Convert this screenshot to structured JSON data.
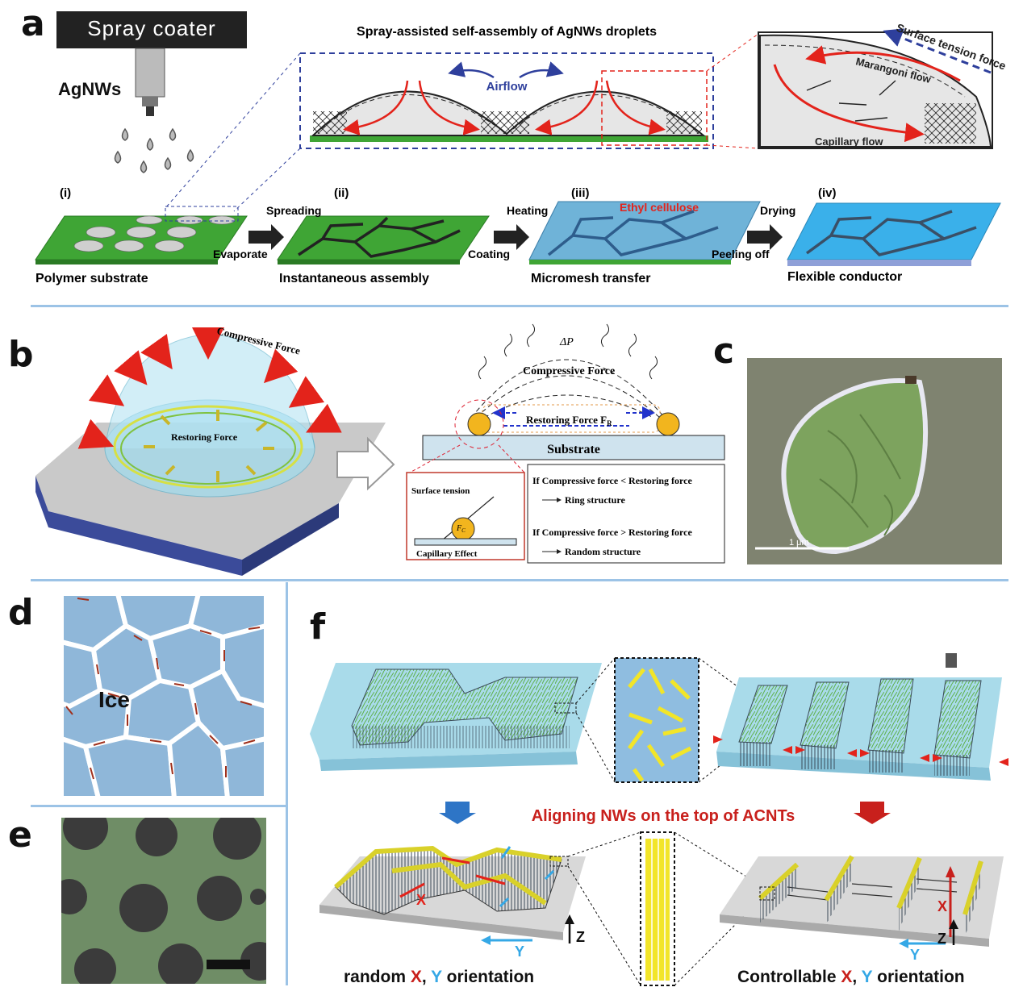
{
  "panels": {
    "a": "a",
    "b": "b",
    "c": "c",
    "d": "d",
    "e": "e",
    "f": "f"
  },
  "panel_a": {
    "spray_coater": "Spray coater",
    "agnws": "AgNWs",
    "title": "Spray-assisted self-assembly of AgNWs droplets",
    "airflow": "Airflow",
    "surface_tension_force": "Surface tension force",
    "marangoni_flow": "Marangoni flow",
    "capillary_flow": "Capillary flow",
    "steps": {
      "i": "(i)",
      "ii": "(ii)",
      "iii": "(iii)",
      "iv": "(iv)"
    },
    "spreading": "Spreading",
    "evaporate": "Evaporate",
    "heating": "Heating",
    "coating": "Coating",
    "drying": "Drying",
    "peeling_off": "Peeling off",
    "ethyl_cellulose": "Ethyl cellulose",
    "polymer_substrate": "Polymer substrate",
    "instantaneous_assembly": "Instantaneous assembly",
    "micromesh_transfer": "Micromesh transfer",
    "flexible_conductor": "Flexible conductor"
  },
  "panel_b": {
    "compressive_force_left": "Compressive Force",
    "restoring_force_left": "Restoring Force",
    "delta_p": "ΔP",
    "compressive_force_right": "Compressive Force",
    "restoring_force_right": "Restoring Force F",
    "restoring_force_sub": "R",
    "substrate": "Substrate",
    "surface_tension": "Surface tension",
    "capillary_effect": "Capillary Effect",
    "fc": "F",
    "fc_sub": "C",
    "cond1": "If Compressive force < Restoring force",
    "res1": "Ring structure",
    "cond2": "If Compressive force > Restoring force",
    "res2": "Random structure"
  },
  "panel_c": {
    "scale": "1 μm"
  },
  "panel_d": {
    "ice": "Ice"
  },
  "panel_f": {
    "aligning": "Aligning NWs on the top of ACNTs",
    "random_x": "random ",
    "random_X": "X",
    "random_comma": ", ",
    "random_Y": "Y",
    "random_rest": " orientation",
    "ctrl": "Controllable ",
    "ctrl_X": "X",
    "ctrl_comma": ", ",
    "ctrl_Y": "Y",
    "ctrl_rest": " orientation",
    "x_label": "X",
    "y_label": "Y",
    "z_label": "Z"
  },
  "colors": {
    "green_substrate": "#3fa535",
    "blue_film": "#4aa3df",
    "red_arrow": "#e3231b",
    "navy_arrow": "#2e3f9c",
    "divider": "#9cc3e6",
    "yellow_nw": "#f2e529",
    "ice_blue": "#8fb7d9"
  }
}
